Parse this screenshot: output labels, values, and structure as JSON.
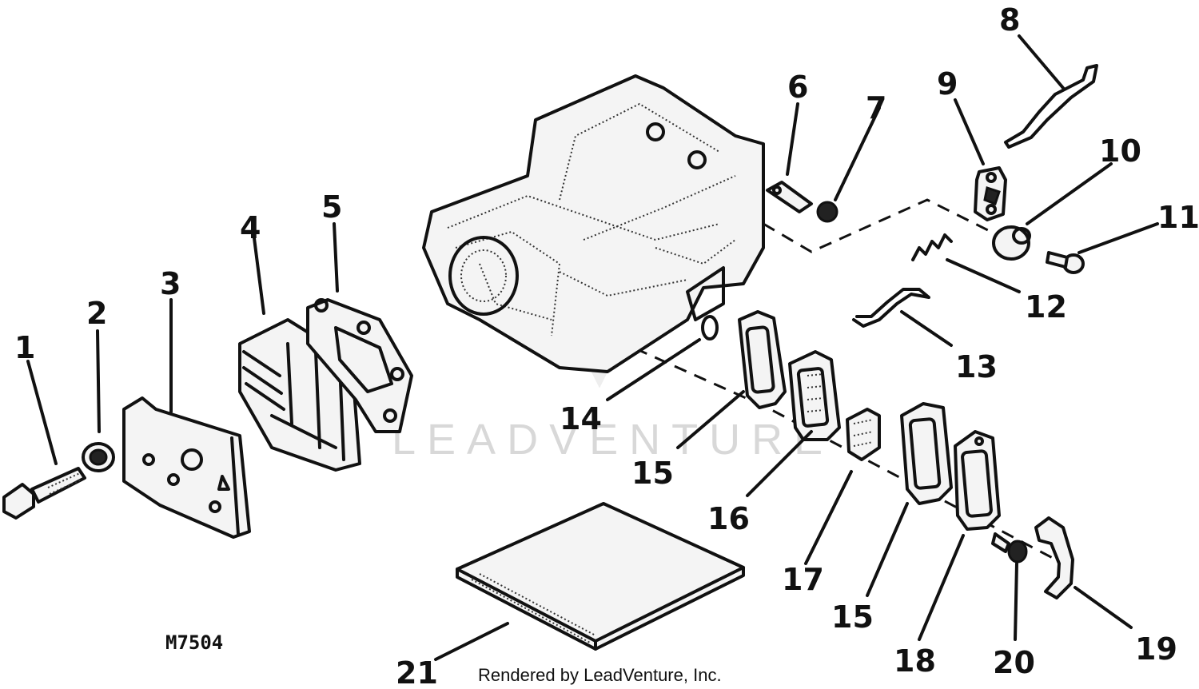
{
  "diagram": {
    "figure_id": "M7504",
    "credit": "Rendered by LeadVenture, Inc.",
    "watermark": "LEADVENTURE",
    "callouts": [
      "1",
      "2",
      "3",
      "4",
      "5",
      "6",
      "7",
      "8",
      "9",
      "10",
      "11",
      "12",
      "13",
      "14",
      "15",
      "16",
      "17",
      "15",
      "18",
      "20",
      "19",
      "21"
    ]
  }
}
